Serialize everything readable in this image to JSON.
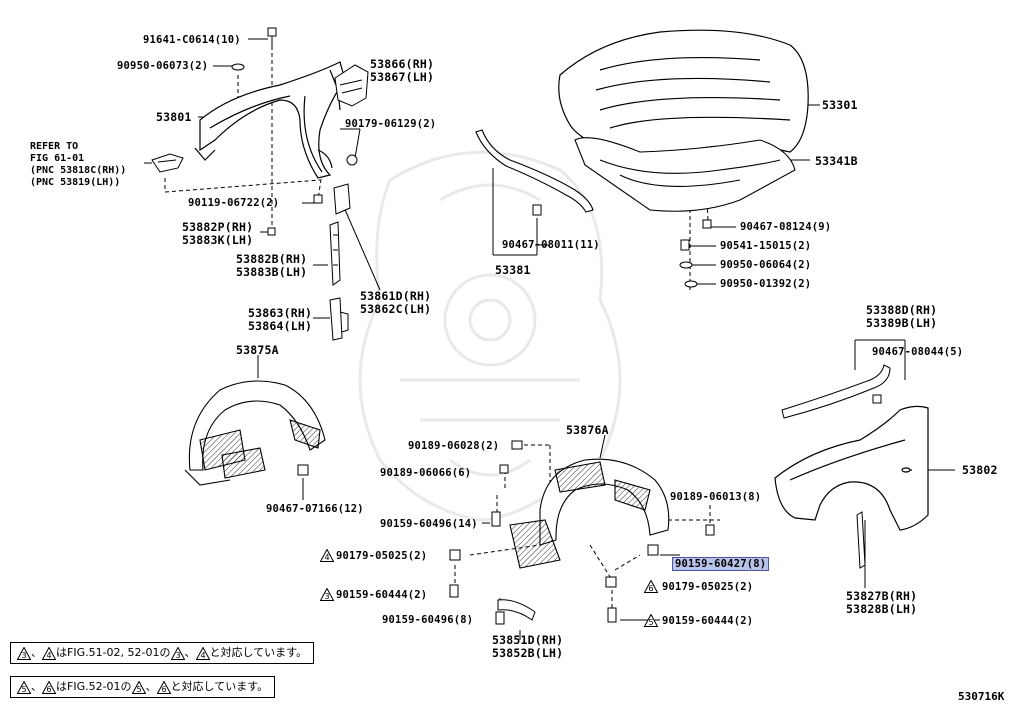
{
  "diagram_code": "530716K",
  "refer_note": {
    "line1": "REFER TO",
    "line2": "FIG 61-01",
    "line3": "(PNC 53818C(RH))",
    "line4": "(PNC 53819(LH))"
  },
  "labels": {
    "p91641": "91641-C0614(10)",
    "p90950_06073": "90950-06073(2)",
    "p53866": "53866(RH)",
    "p53867": "53867(LH)",
    "p53801": "53801",
    "p90179_06129": "90179-06129(2)",
    "p90119_06722": "90119-06722(2)",
    "p53882P": "53882P(RH)",
    "p53883K": "53883K(LH)",
    "p53882B": "53882B(RH)",
    "p53883B": "53883B(LH)",
    "p53861D": "53861D(RH)",
    "p53862C": "53862C(LH)",
    "p53863": "53863(RH)",
    "p53864": "53864(LH)",
    "p53875A": "53875A",
    "p90467_07166": "90467-07166(12)",
    "p53301": "53301",
    "p53341B": "53341B",
    "p90467_08011": "90467-08011(11)",
    "p53381": "53381",
    "p90467_08124": "90467-08124(9)",
    "p90541_15015": "90541-15015(2)",
    "p90950_06064": "90950-06064(2)",
    "p90950_01392": "90950-01392(2)",
    "p53388D": "53388D(RH)",
    "p53389B": "53389B(LH)",
    "p90467_08044": "90467-08044(5)",
    "p53802": "53802",
    "p53827B": "53827B(RH)",
    "p53828B": "53828B(LH)",
    "p53876A": "53876A",
    "p90189_06028": "90189-06028(2)",
    "p90189_06066": "90189-06066(6)",
    "p90159_60496_14": "90159-60496(14)",
    "p90179_05025_a": "90179-05025(2)",
    "p90159_60444_a": "90159-60444(2)",
    "p90159_60496_8": "90159-60496(8)",
    "p53851D": "53851D(RH)",
    "p53852B": "53852B(LH)",
    "p90189_06013": "90189-06013(8)",
    "p90159_60427": "90159-60427(8)",
    "p90179_05025_b": "90179-05025(2)",
    "p90159_60444_b": "90159-60444(2)"
  },
  "markers": {
    "m3": "3",
    "m4": "4",
    "m5": "5",
    "m6": "6"
  },
  "notes": {
    "note1_text": "はFIG.51-02, 52-01の",
    "note1_tail": "と対応しています。",
    "note2_text": "はFIG.52-01の",
    "note2_tail": "と対応しています。",
    "sep": "、"
  },
  "colors": {
    "highlight_bg": "#b9c2e8",
    "highlight_border": "#4a56a0",
    "watermark": "#e6e6e6"
  }
}
